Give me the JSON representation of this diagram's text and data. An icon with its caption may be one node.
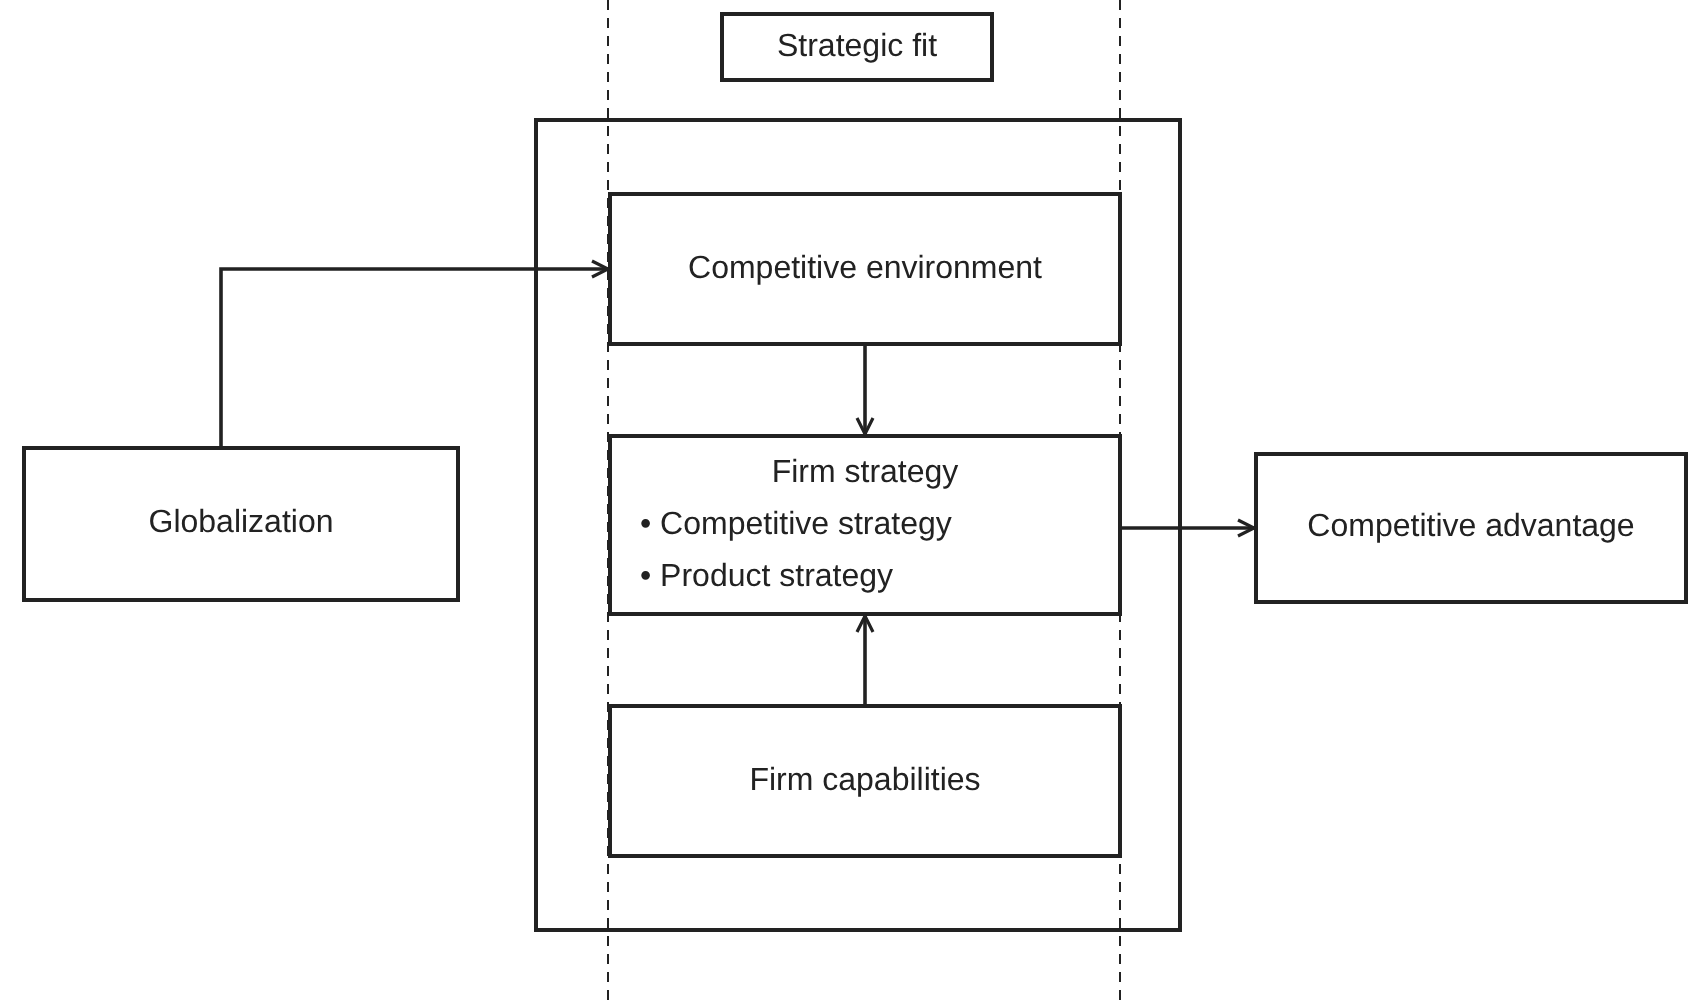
{
  "diagram": {
    "nodes": [
      {
        "text": [
          "Strategic fit"
        ]
      },
      {
        "text": [],
        "shape": "box"
      },
      {
        "text": [
          "Competitive environment"
        ],
        "in": 1
      },
      {
        "text": [
          "Firm strategy",
          "• Competitive strategy",
          "• Product strategy"
        ],
        "in": 1
      },
      {
        "text": [
          "Firm capabilities"
        ],
        "in": 1
      },
      {
        "text": [
          "Globalization"
        ]
      },
      {
        "text": [
          "Competitive advantage"
        ]
      }
    ],
    "edges": [
      {
        "from": 5,
        "to": 2,
        "arrow": "to"
      },
      {
        "from": 2,
        "to": 3,
        "arrow": "to"
      },
      {
        "from": 4,
        "to": 3,
        "arrow": "to"
      },
      {
        "from": 3,
        "to": 6,
        "arrow": "to"
      }
    ]
  }
}
